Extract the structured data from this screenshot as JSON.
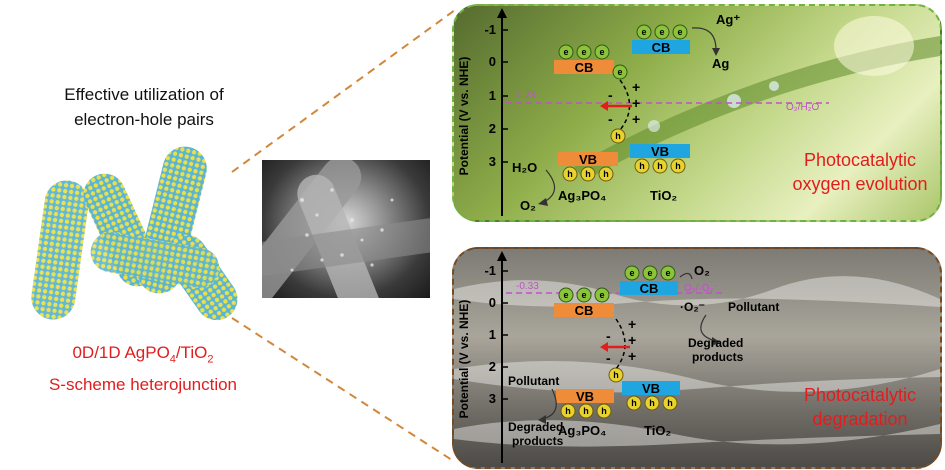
{
  "left": {
    "caption_top_line1": "Effective utilization of",
    "caption_top_line2": "electron-hole pairs",
    "caption_bottom_line1_a": "0D/1D AgPO",
    "caption_bottom_line1_sub": "4",
    "caption_bottom_line1_b": "/TiO",
    "caption_bottom_line1_sub2": "2",
    "caption_bottom_line2": "S-scheme heterojunction"
  },
  "panels": {
    "top": {
      "title_line1": "Photocatalytic",
      "title_line2": "oxygen evolution",
      "y_axis_label": "Potential (V vs. NHE)",
      "ticks": [
        "-1",
        "0",
        "1",
        "2",
        "3"
      ],
      "ref_value": "1.23",
      "ref_label": "O₂/H₂O",
      "cb_label": "CB",
      "vb_label": "VB",
      "electron": "e",
      "hole": "h",
      "ag_plus": "Ag⁺",
      "ag": "Ag",
      "h2o": "H₂O",
      "o2": "O₂",
      "material_left": "Ag₃PO₄",
      "material_right": "TiO₂",
      "plus": "+",
      "minus": "-"
    },
    "bottom": {
      "title_line1": "Photocatalytic",
      "title_line2": "degradation",
      "y_axis_label": "Potential (V vs. NHE)",
      "ticks": [
        "-1",
        "0",
        "1",
        "2",
        "3"
      ],
      "ref_value": "-0.33",
      "ref_label": "O₂/·O₂⁻",
      "cb_label": "CB",
      "vb_label": "VB",
      "electron": "e",
      "hole": "h",
      "o2": "O₂",
      "radical": "·O₂⁻",
      "pollutant_right": "Pollutant",
      "degraded_right_1": "Degraded",
      "degraded_right_2": "products",
      "pollutant_left": "Pollutant",
      "degraded_left_1": "Degraded",
      "degraded_left_2": "products",
      "material_left": "Ag₃PO₄",
      "material_right": "TiO₂",
      "plus": "+",
      "minus": "-"
    }
  },
  "colors": {
    "ag3po4_band": "#ef8c3a",
    "tio2_band": "#1fa6e0",
    "electron_ball": "#8bc33a",
    "hole_ball": "#e7d22e",
    "charge_arrow": "#e11d1d",
    "ref_line": "#c052c8",
    "title_red": "#e21d1d"
  }
}
